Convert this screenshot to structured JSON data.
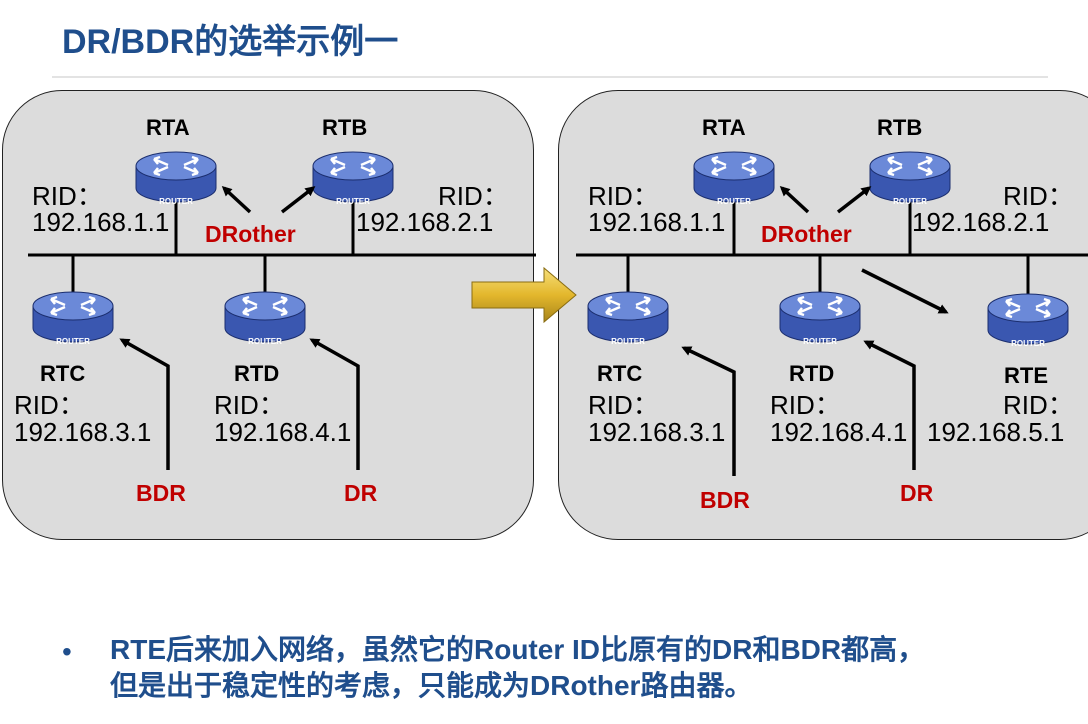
{
  "title": "DR/BDR的选举示例一",
  "router_badge_text": "ROUTER",
  "before": {
    "routers": [
      {
        "name": "RTA",
        "rid_label": "RID：",
        "rid": "192.168.1.1"
      },
      {
        "name": "RTB",
        "rid_label": "RID：",
        "rid": "192.168.2.1"
      },
      {
        "name": "RTC",
        "rid_label": "RID：",
        "rid": "192.168.3.1"
      },
      {
        "name": "RTD",
        "rid_label": "RID：",
        "rid": "192.168.4.1"
      }
    ],
    "roles": {
      "drother": "DRother",
      "bdr": "BDR",
      "dr": "DR"
    }
  },
  "after": {
    "routers": [
      {
        "name": "RTA",
        "rid_label": "RID：",
        "rid": "192.168.1.1"
      },
      {
        "name": "RTB",
        "rid_label": "RID：",
        "rid": "192.168.2.1"
      },
      {
        "name": "RTC",
        "rid_label": "RID：",
        "rid": "192.168.3.1"
      },
      {
        "name": "RTD",
        "rid_label": "RID：",
        "rid": "192.168.4.1"
      },
      {
        "name": "RTE",
        "rid_label": "RID：",
        "rid": "192.168.5.1"
      }
    ],
    "roles": {
      "drother": "DRother",
      "bdr": "BDR",
      "dr": "DR"
    }
  },
  "note": {
    "bullet": "•",
    "line1": "RTE后来加入网络，虽然它的Router ID比原有的DR和BDR都高，",
    "line2": "但是出于稳定性的考虑，只能成为DRother路由器。"
  },
  "colors": {
    "title": "#1f4e8c",
    "role": "#c00000",
    "panel": "#dcdcdc",
    "router_top": "#5f7fd1",
    "router_body": "#3a57b0",
    "arrow_fill": "#e8c23a"
  }
}
